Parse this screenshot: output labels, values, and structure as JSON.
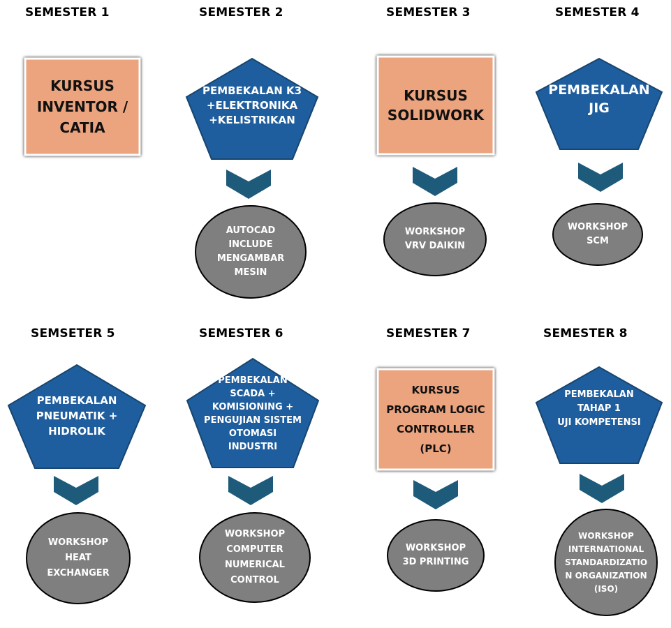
{
  "semesters": [
    {
      "heading": "SEMESTER 1",
      "top_shape": "box",
      "top_label": "KURSUS\nINVENTOR /\nCATIA"
    },
    {
      "heading": "SEMESTER 2",
      "top_shape": "pentagon",
      "top_label": "PEMBEKALAN K3\n+ELEKTRONIKA\n+KELISTRIKAN",
      "bottom_label": "AUTOCAD\nINCLUDE\nMENGAMBAR\nMESIN"
    },
    {
      "heading": "SEMESTER 3",
      "top_shape": "box",
      "top_label": "KURSUS\nSOLIDWORK",
      "bottom_label": "WORKSHOP\nVRV DAIKIN"
    },
    {
      "heading": "SEMESTER 4",
      "top_shape": "pentagon",
      "top_label": "PEMBEKALAN\nJIG",
      "bottom_label": "WORKSHOP\nSCM"
    },
    {
      "heading": "SEMSETER 5",
      "top_shape": "pentagon",
      "top_label": "PEMBEKALAN\nPNEUMATIK +\nHIDROLIK",
      "bottom_label": "WORKSHOP\nHEAT\nEXCHANGER"
    },
    {
      "heading": "SEMESTER 6",
      "top_shape": "pentagon",
      "top_label": "PEMBEKALAN\nSCADA +\nKOMISIONING +\nPENGUJIAN SISTEM\nOTOMASI\nINDUSTRI",
      "bottom_label": "WORKSHOP\nCOMPUTER\nNUMERICAL\nCONTROL"
    },
    {
      "heading": "SEMESTER 7",
      "top_shape": "box",
      "top_label": "KURSUS\nPROGRAM LOGIC\nCONTROLLER\n(PLC)",
      "bottom_label": "WORKSHOP\n3D PRINTING"
    },
    {
      "heading": "SEMESTER 8",
      "top_shape": "pentagon",
      "top_label": "PEMBEKALAN\nTAHAP 1\nUJI KOMPETENSI",
      "bottom_label": "WORKSHOP\nINTERNATIONAL\nSTANDARDIZATIO\nN ORGANIZATION\n(ISO)"
    }
  ],
  "colors": {
    "box_fill": "#eca47f",
    "box_stroke": "#ffffff",
    "pentagon_fill": "#1f5e9e",
    "pentagon_stroke": "#16456f",
    "oval_fill": "#7f7f7f",
    "oval_stroke": "#000000",
    "chevron_fill": "#1e5a7a"
  },
  "icons": {
    "connector": "chevron-down-icon"
  }
}
